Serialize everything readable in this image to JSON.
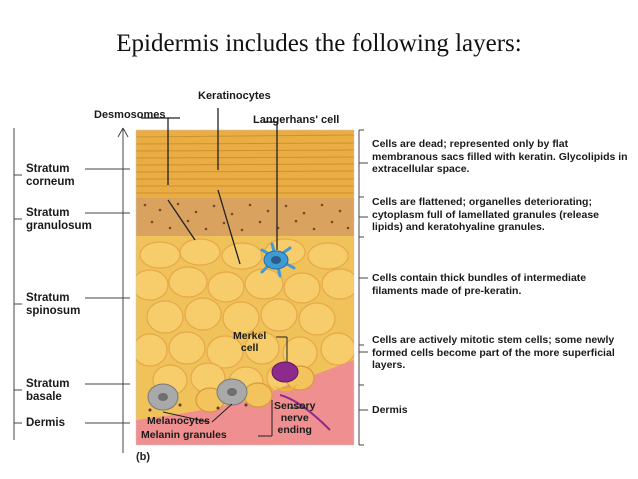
{
  "title": "Epidermis includes the following layers:",
  "top_labels": {
    "keratinocytes": "Keratinocytes",
    "desmosomes": "Desmosomes",
    "langerhans": "Langerhans' cell"
  },
  "layers": [
    {
      "name": "Stratum\ncorneum",
      "desc": "Cells are dead; represented only by flat membranous sacs filled with keratin. Glycolipids in extracellular space."
    },
    {
      "name": "Stratum\ngranulosum",
      "desc": "Cells are flattened; organelles deteriorating; cytoplasm full of lamellated granules (release lipids) and keratohyaline granules."
    },
    {
      "name": "Stratum\nspinosum",
      "desc": "Cells contain thick bundles of intermediate filaments made of pre-keratin."
    },
    {
      "name": "Stratum\nbasale",
      "desc": "Cells are actively mitotic stem cells; some newly formed cells become part of the more superficial layers."
    },
    {
      "name": "Dermis",
      "desc": "Dermis"
    }
  ],
  "inner_labels": {
    "merkel": "Merkel\ncell",
    "sensory": "Sensory\nnerve\nending",
    "melanocytes": "Melanocytes",
    "melanin": "Melanin granules"
  },
  "panel_label": "(b)",
  "colors": {
    "corneum": "#e9ad44",
    "granulosum": "#d9a25f",
    "spinosum": "#f0c25a",
    "cell_fill": "#f6cd6a",
    "cell_edge": "#e6a84a",
    "dermis": "#ef8f8f",
    "langerhans": "#3f9ad6",
    "merkel": "#8e2a8e",
    "melanocyte": "#a9a9a9",
    "line": "#333333",
    "label": "#1a1a1a"
  }
}
